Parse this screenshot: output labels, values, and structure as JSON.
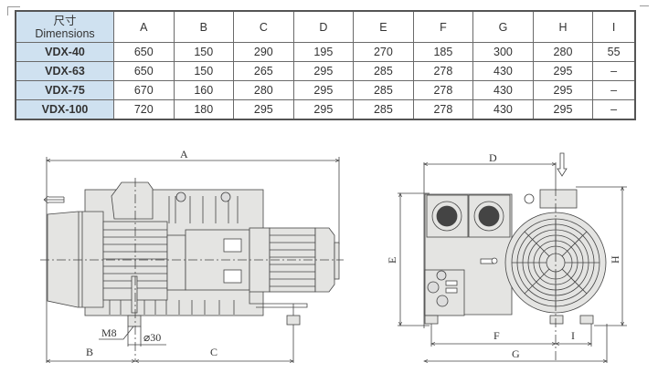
{
  "table": {
    "header_cn": "尺寸",
    "header_en": "Dimensions",
    "columns": [
      "A",
      "B",
      "C",
      "D",
      "E",
      "F",
      "G",
      "H",
      "I"
    ],
    "rows": [
      {
        "model": "VDX-40",
        "values": [
          "650",
          "150",
          "290",
          "195",
          "270",
          "185",
          "300",
          "280",
          "55"
        ]
      },
      {
        "model": "VDX-63",
        "values": [
          "650",
          "150",
          "265",
          "295",
          "285",
          "278",
          "430",
          "295",
          "–"
        ]
      },
      {
        "model": "VDX-75",
        "values": [
          "670",
          "160",
          "280",
          "295",
          "285",
          "278",
          "430",
          "295",
          "–"
        ]
      },
      {
        "model": "VDX-100",
        "values": [
          "720",
          "180",
          "295",
          "295",
          "285",
          "278",
          "430",
          "295",
          "–"
        ]
      }
    ]
  },
  "side_view": {
    "labels": {
      "A": "A",
      "B": "B",
      "C": "C",
      "thread": "M8",
      "diameter": "⌀30"
    },
    "flow_direction": "left"
  },
  "front_view": {
    "labels": {
      "D": "D",
      "E": "E",
      "F": "F",
      "G": "G",
      "H": "H",
      "I": "I"
    },
    "flow_direction": "down"
  },
  "colors": {
    "header_bg": "#cfe1f0",
    "body_fill": "#e4e4e2",
    "line": "#444444"
  }
}
